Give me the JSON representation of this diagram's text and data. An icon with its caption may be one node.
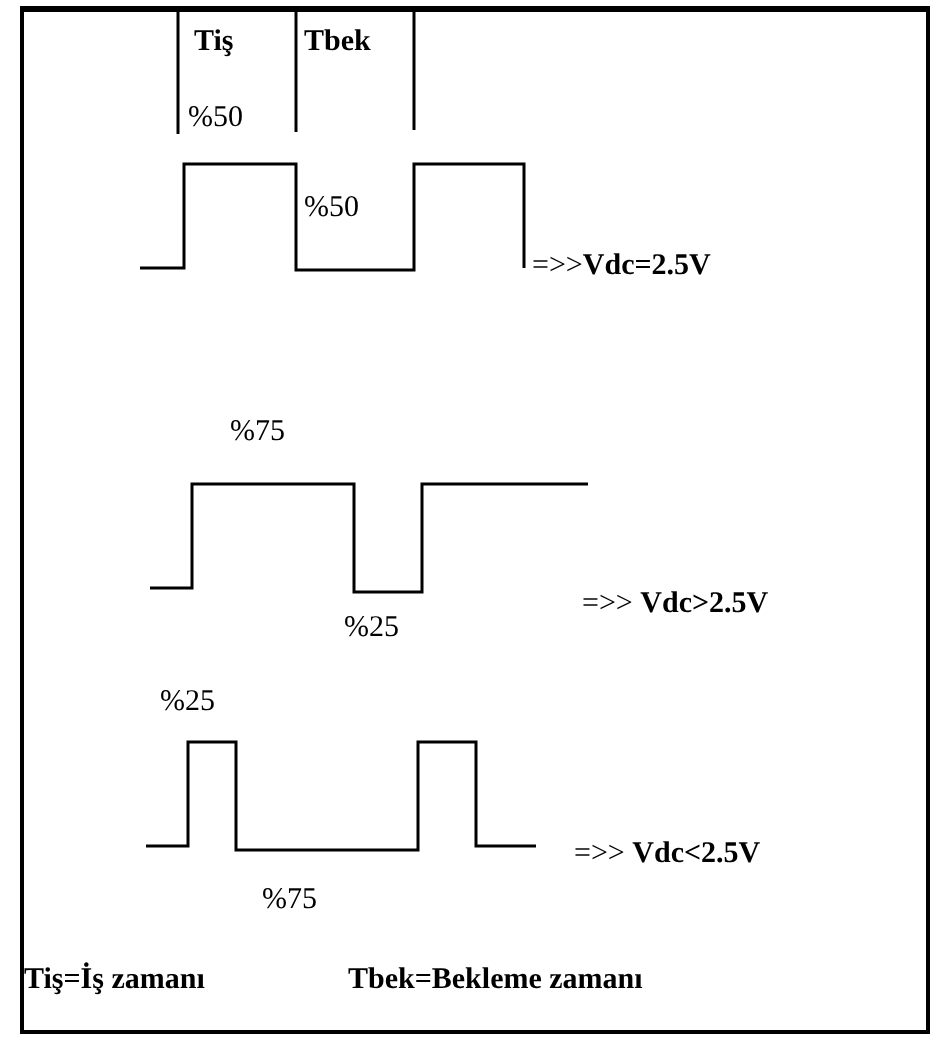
{
  "diagram": {
    "labels": [
      "Tiş",
      "Tbek",
      "%50",
      "%50",
      "=>>**Vdc=2.5V**",
      "%75",
      "%25",
      "=>> **Vdc>2.5V**",
      "%25",
      "%75",
      "=>> **Vdc<2.5V**",
      "Tiş=İş zamanı",
      "Tbek=Bekleme zamanı"
    ]
  }
}
